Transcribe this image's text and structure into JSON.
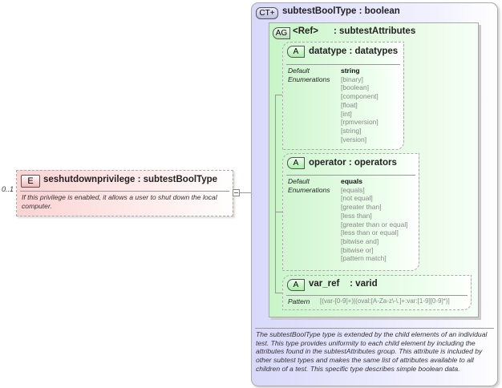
{
  "element": {
    "occurrence": "0..1",
    "badge": "E",
    "title": "seshutdownprivilege : subtestBoolType",
    "description": "If this privilege is enabled, it allows a user to shut down the local computer."
  },
  "complex_type": {
    "badge": "CT+",
    "title": "subtestBoolType : boolean",
    "description": "The subtestBoolType type is extended by the child elements of an individual test.  This type provides uniformity to each child element by including the attributes found in the subtestAttributes group.  This attribute is included by other subtest types and makes the same list of attributes available to all children of a test.  This specific type describes simple boolean data."
  },
  "attribute_group": {
    "badge": "AG",
    "ref": "<Ref>",
    "title": ": subtestAttributes"
  },
  "attributes": [
    {
      "badge": "A",
      "title": "datatype : datatypes",
      "default_label": "Default",
      "default": "string",
      "enum_label": "Enumerations",
      "enumerations": [
        "[binary]",
        "[boolean]",
        "[component]",
        "[float]",
        "[int]",
        "[rpmversion]",
        "[string]",
        "[version]"
      ]
    },
    {
      "badge": "A",
      "title": "operator : operators",
      "default_label": "Default",
      "default": "equals",
      "enum_label": "Enumerations",
      "enumerations": [
        "[equals]",
        "[not equal]",
        "[greater than]",
        "[less than]",
        "[greater than or equal]",
        "[less than or equal]",
        "[bitwise and]",
        "[bitwise or]",
        "[pattern match]"
      ]
    },
    {
      "badge": "A",
      "title": "var_ref    : varid",
      "pattern_label": "Pattern",
      "pattern": "[(var-[0-9]+)|(oval:[A-Za-z\\-\\.]+:var:[1-9][0-9]*)]"
    }
  ]
}
